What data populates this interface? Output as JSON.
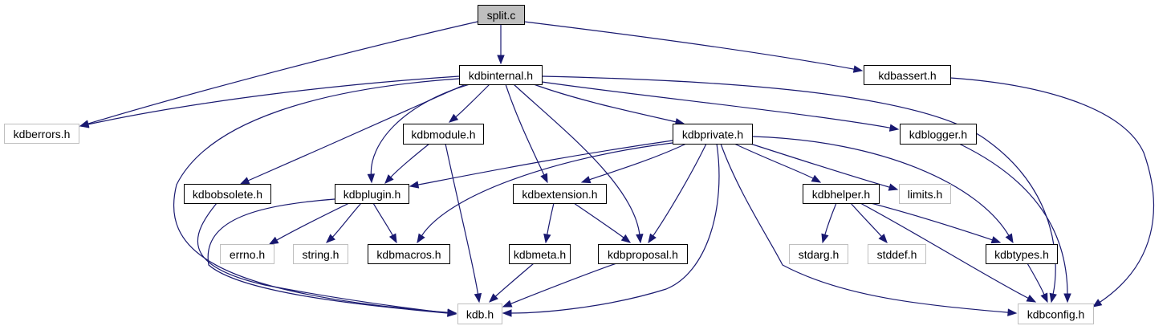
{
  "title": "Include dependency graph for split.c",
  "colors": {
    "edge": "#191970",
    "root_fill": "#bfbfbf",
    "node_border": "#000000",
    "external_border": "#bfbfbf",
    "background": "#ffffff"
  },
  "nodes": [
    {
      "id": "split_c",
      "label": "split.c",
      "kind": "root"
    },
    {
      "id": "kdbinternal_h",
      "label": "kdbinternal.h",
      "kind": "documented"
    },
    {
      "id": "kdbassert_h",
      "label": "kdbassert.h",
      "kind": "documented"
    },
    {
      "id": "kdberrors_h",
      "label": "kdberrors.h",
      "kind": "external"
    },
    {
      "id": "kdbmodule_h",
      "label": "kdbmodule.h",
      "kind": "documented"
    },
    {
      "id": "kdbprivate_h",
      "label": "kdbprivate.h",
      "kind": "documented"
    },
    {
      "id": "kdblogger_h",
      "label": "kdblogger.h",
      "kind": "documented"
    },
    {
      "id": "kdbobsolete_h",
      "label": "kdbobsolete.h",
      "kind": "documented"
    },
    {
      "id": "kdbplugin_h",
      "label": "kdbplugin.h",
      "kind": "documented"
    },
    {
      "id": "kdbextension_h",
      "label": "kdbextension.h",
      "kind": "documented"
    },
    {
      "id": "kdbhelper_h",
      "label": "kdbhelper.h",
      "kind": "documented"
    },
    {
      "id": "limits_h",
      "label": "limits.h",
      "kind": "external"
    },
    {
      "id": "errno_h",
      "label": "errno.h",
      "kind": "external"
    },
    {
      "id": "string_h",
      "label": "string.h",
      "kind": "external"
    },
    {
      "id": "kdbmacros_h",
      "label": "kdbmacros.h",
      "kind": "documented"
    },
    {
      "id": "kdbmeta_h",
      "label": "kdbmeta.h",
      "kind": "documented"
    },
    {
      "id": "kdbproposal_h",
      "label": "kdbproposal.h",
      "kind": "documented"
    },
    {
      "id": "stdarg_h",
      "label": "stdarg.h",
      "kind": "external"
    },
    {
      "id": "stddef_h",
      "label": "stddef.h",
      "kind": "external"
    },
    {
      "id": "kdbtypes_h",
      "label": "kdbtypes.h",
      "kind": "documented"
    },
    {
      "id": "kdb_h",
      "label": "kdb.h",
      "kind": "external"
    },
    {
      "id": "kdbconfig_h",
      "label": "kdbconfig.h",
      "kind": "external"
    }
  ],
  "edges": [
    {
      "from": "split_c",
      "to": "kdbinternal_h"
    },
    {
      "from": "split_c",
      "to": "kdberrors_h"
    },
    {
      "from": "split_c",
      "to": "kdbassert_h"
    },
    {
      "from": "kdbinternal_h",
      "to": "kdberrors_h"
    },
    {
      "from": "kdbinternal_h",
      "to": "kdb_h"
    },
    {
      "from": "kdbinternal_h",
      "to": "kdbobsolete_h"
    },
    {
      "from": "kdbinternal_h",
      "to": "kdbplugin_h"
    },
    {
      "from": "kdbinternal_h",
      "to": "kdbmodule_h"
    },
    {
      "from": "kdbinternal_h",
      "to": "kdbextension_h"
    },
    {
      "from": "kdbinternal_h",
      "to": "kdbproposal_h"
    },
    {
      "from": "kdbinternal_h",
      "to": "kdbprivate_h"
    },
    {
      "from": "kdbinternal_h",
      "to": "kdblogger_h"
    },
    {
      "from": "kdbinternal_h",
      "to": "kdbconfig_h"
    },
    {
      "from": "kdbassert_h",
      "to": "kdbconfig_h"
    },
    {
      "from": "kdbmodule_h",
      "to": "kdbplugin_h"
    },
    {
      "from": "kdbmodule_h",
      "to": "kdb_h"
    },
    {
      "from": "kdbprivate_h",
      "to": "kdbplugin_h"
    },
    {
      "from": "kdbprivate_h",
      "to": "kdbmacros_h"
    },
    {
      "from": "kdbprivate_h",
      "to": "kdbextension_h"
    },
    {
      "from": "kdbprivate_h",
      "to": "kdbproposal_h"
    },
    {
      "from": "kdbprivate_h",
      "to": "kdb_h"
    },
    {
      "from": "kdbprivate_h",
      "to": "kdbconfig_h"
    },
    {
      "from": "kdbprivate_h",
      "to": "kdbhelper_h"
    },
    {
      "from": "kdbprivate_h",
      "to": "limits_h"
    },
    {
      "from": "kdbprivate_h",
      "to": "kdbtypes_h"
    },
    {
      "from": "kdblogger_h",
      "to": "kdbconfig_h"
    },
    {
      "from": "kdbobsolete_h",
      "to": "kdb_h"
    },
    {
      "from": "kdbplugin_h",
      "to": "kdb_h"
    },
    {
      "from": "kdbplugin_h",
      "to": "errno_h"
    },
    {
      "from": "kdbplugin_h",
      "to": "string_h"
    },
    {
      "from": "kdbplugin_h",
      "to": "kdbmacros_h"
    },
    {
      "from": "kdbextension_h",
      "to": "kdbmeta_h"
    },
    {
      "from": "kdbextension_h",
      "to": "kdbproposal_h"
    },
    {
      "from": "kdbmeta_h",
      "to": "kdb_h"
    },
    {
      "from": "kdbproposal_h",
      "to": "kdb_h"
    },
    {
      "from": "kdbhelper_h",
      "to": "stdarg_h"
    },
    {
      "from": "kdbhelper_h",
      "to": "stddef_h"
    },
    {
      "from": "kdbhelper_h",
      "to": "kdbtypes_h"
    },
    {
      "from": "kdbhelper_h",
      "to": "kdbconfig_h"
    },
    {
      "from": "kdbtypes_h",
      "to": "kdbconfig_h"
    }
  ]
}
